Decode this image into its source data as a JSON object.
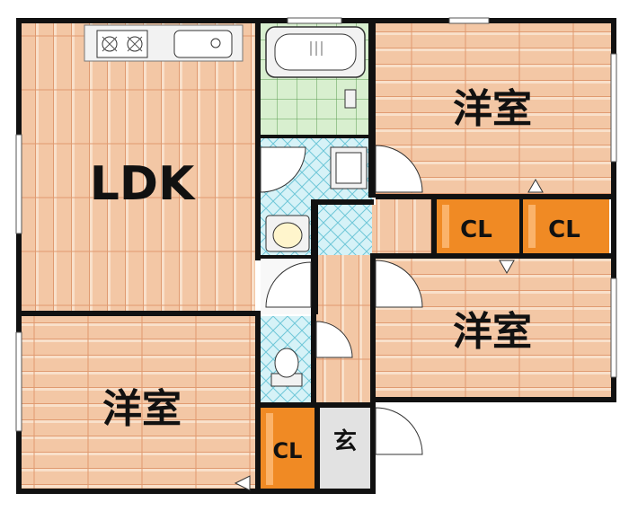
{
  "rooms": {
    "ldk": {
      "label": "LDK"
    },
    "western_top_right": {
      "label": "洋室"
    },
    "western_mid_right": {
      "label": "洋室"
    },
    "western_bottom_left": {
      "label": "洋室"
    }
  },
  "closets": {
    "cl_top_1": {
      "label": "CL"
    },
    "cl_top_2": {
      "label": "CL"
    },
    "cl_bottom": {
      "label": "CL"
    }
  },
  "entrance": {
    "label": "玄"
  },
  "colors": {
    "wall": "#111111",
    "wood_floor": "#f3c7a5",
    "wood_grain": "#e8a57c",
    "wood_highlight": "#f9e0ca",
    "closet": "#f08a24",
    "wet_area_tile": "#d6f2f7",
    "tile_line": "#6fc7d8",
    "bath_tile": "#d8efcf",
    "bath_tile_line": "#5a9c52",
    "entrance_floor": "#e2e2e2",
    "fixture": "#f2f2f2"
  },
  "icons": [
    "kitchen-stove-icon",
    "kitchen-sink-icon",
    "bathtub-icon",
    "washbasin-icon",
    "toilet-icon",
    "washing-machine-icon",
    "door-swing-icon",
    "window-icon",
    "storage-arrow-icon"
  ]
}
